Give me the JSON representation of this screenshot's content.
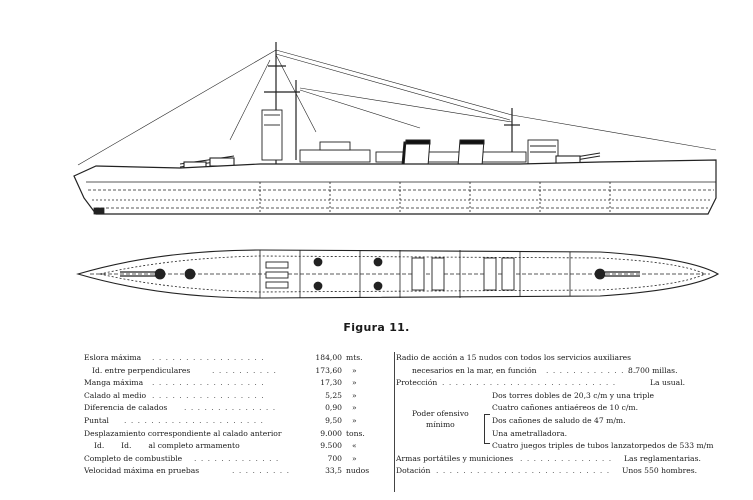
{
  "caption": "Figura 11.",
  "left_specs": [
    {
      "label": "Eslora máxima",
      "value": "184,00",
      "unit": "mts."
    },
    {
      "label": "Id.  entre perpendiculares",
      "value": "173,60",
      "unit": "»"
    },
    {
      "label": "Manga máxima",
      "value": "17,30",
      "unit": "»"
    },
    {
      "label": "Calado al medio",
      "value": "5,25",
      "unit": "»"
    },
    {
      "label": "Diferencia de calados",
      "value": "0,90",
      "unit": "»"
    },
    {
      "label": "Puntal",
      "value": "9,50",
      "unit": "»"
    },
    {
      "label": "Desplazamiento correspondiente al calado anterior",
      "value": "9.000",
      "unit": "tons."
    },
    {
      "label": "Id.       Id.       al completo armamento",
      "value": "9.500",
      "unit": "«"
    },
    {
      "label": "Completo de combustible",
      "value": "700",
      "unit": "»"
    },
    {
      "label": "Velocidad máxima en pruebas",
      "value": "33,5",
      "unit": "nudos"
    }
  ],
  "right_specs": {
    "radio_line1": "Radio de acción a 15 nudos con todos los servicios auxiliares",
    "radio_line2": "necesarios en la mar, en función",
    "radio_value": "8.700 millas.",
    "proteccion_label": "Protección",
    "proteccion_value": "La usual.",
    "poder_label_1": "Poder ofensivo",
    "poder_label_2": "mínimo",
    "poder_items": [
      "Dos torres dobles de 20,3 c/m y una triple",
      "Cuatro cañones antiaéreos de 10 c/m.",
      "Dos cañones de saludo de 47 m/m.",
      "Una ametralladora.",
      "Cuatro juegos triples de tubos lanzatorpedos de 533 m/m"
    ],
    "armas_label": "Armas portátiles y municiones",
    "armas_value": "Las reglamentarias.",
    "dotacion_label": "Dotación",
    "dotacion_value": "Unos 550 hombres."
  }
}
